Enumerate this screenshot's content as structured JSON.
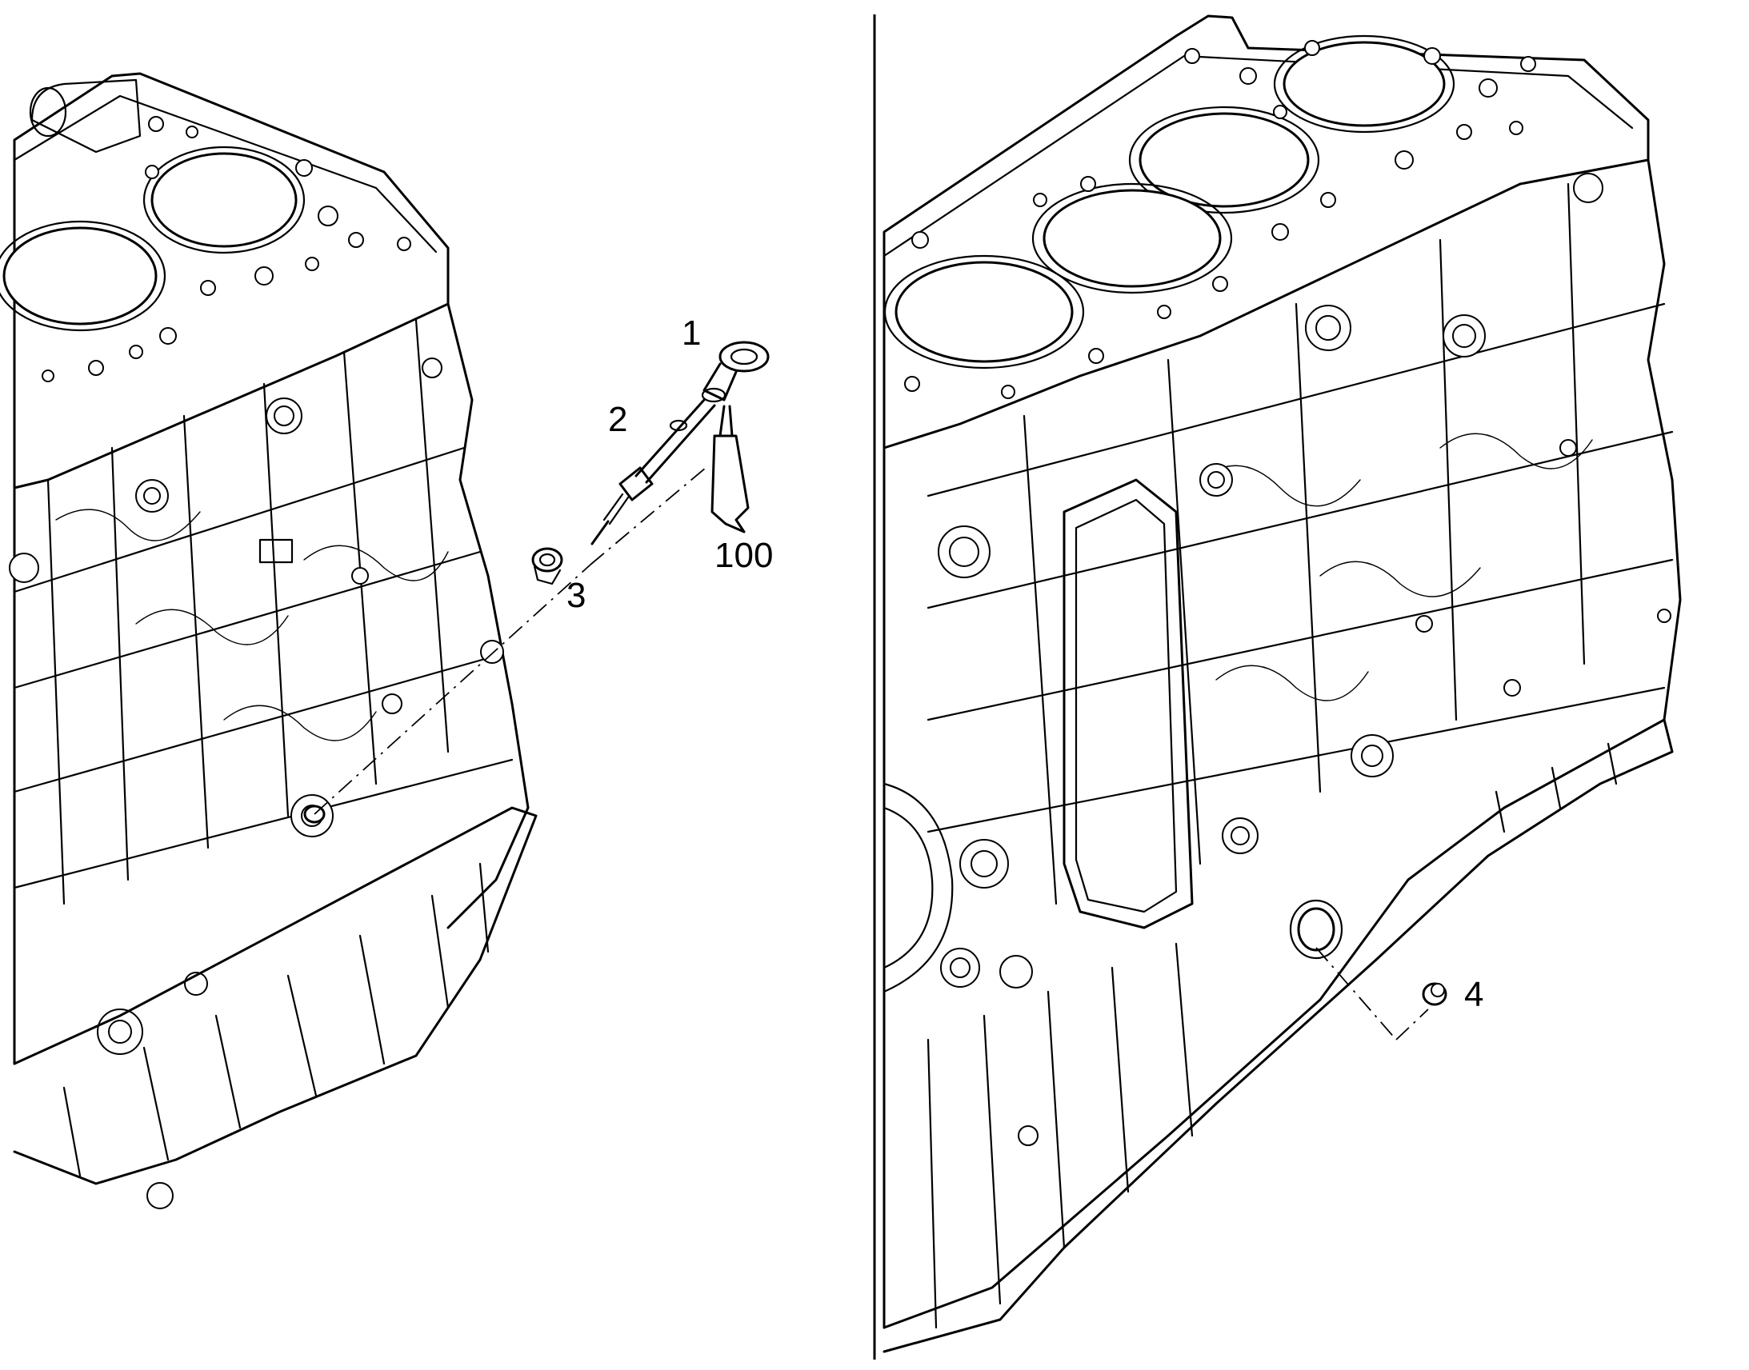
{
  "callouts": {
    "c1": "1",
    "c2": "2",
    "c3": "3",
    "c4": "4",
    "c100": "100"
  },
  "colors": {
    "line": "#000000",
    "background": "#ffffff"
  }
}
